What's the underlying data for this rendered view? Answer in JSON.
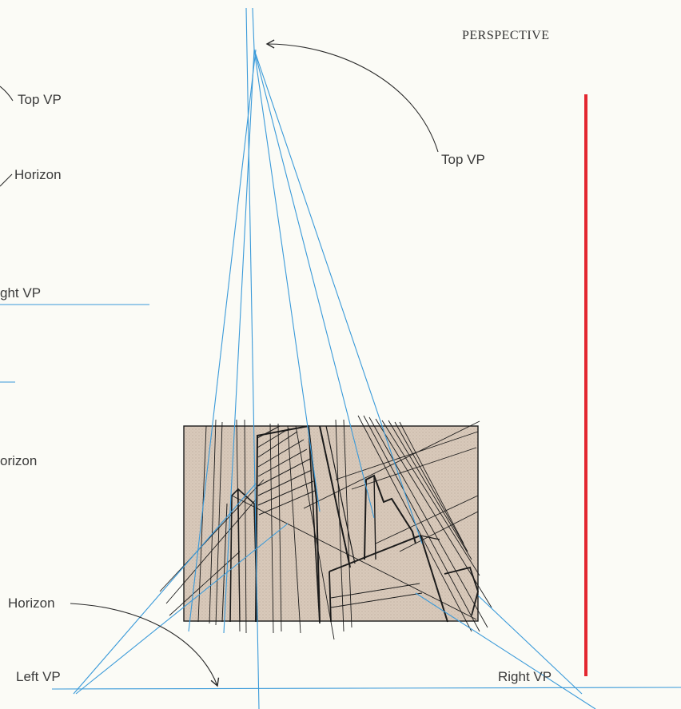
{
  "page_title": "PERSPECTIVE",
  "labels": {
    "top_vp_left": "Top VP",
    "horizon_left": "Horizon",
    "right_vp_left": "ght VP",
    "horizon_left_lower": "orizon",
    "horizon_bottom": "Horizon",
    "left_vp": "Left VP",
    "top_vp_main": "Top VP",
    "right_vp": "Right VP"
  },
  "colors": {
    "background": "#fbfbf6",
    "construction_lines": "#3a9ad9",
    "picture_fill": "#d6c7b8",
    "ink": "#1b1b1b",
    "red_bar": "#e3262f"
  }
}
